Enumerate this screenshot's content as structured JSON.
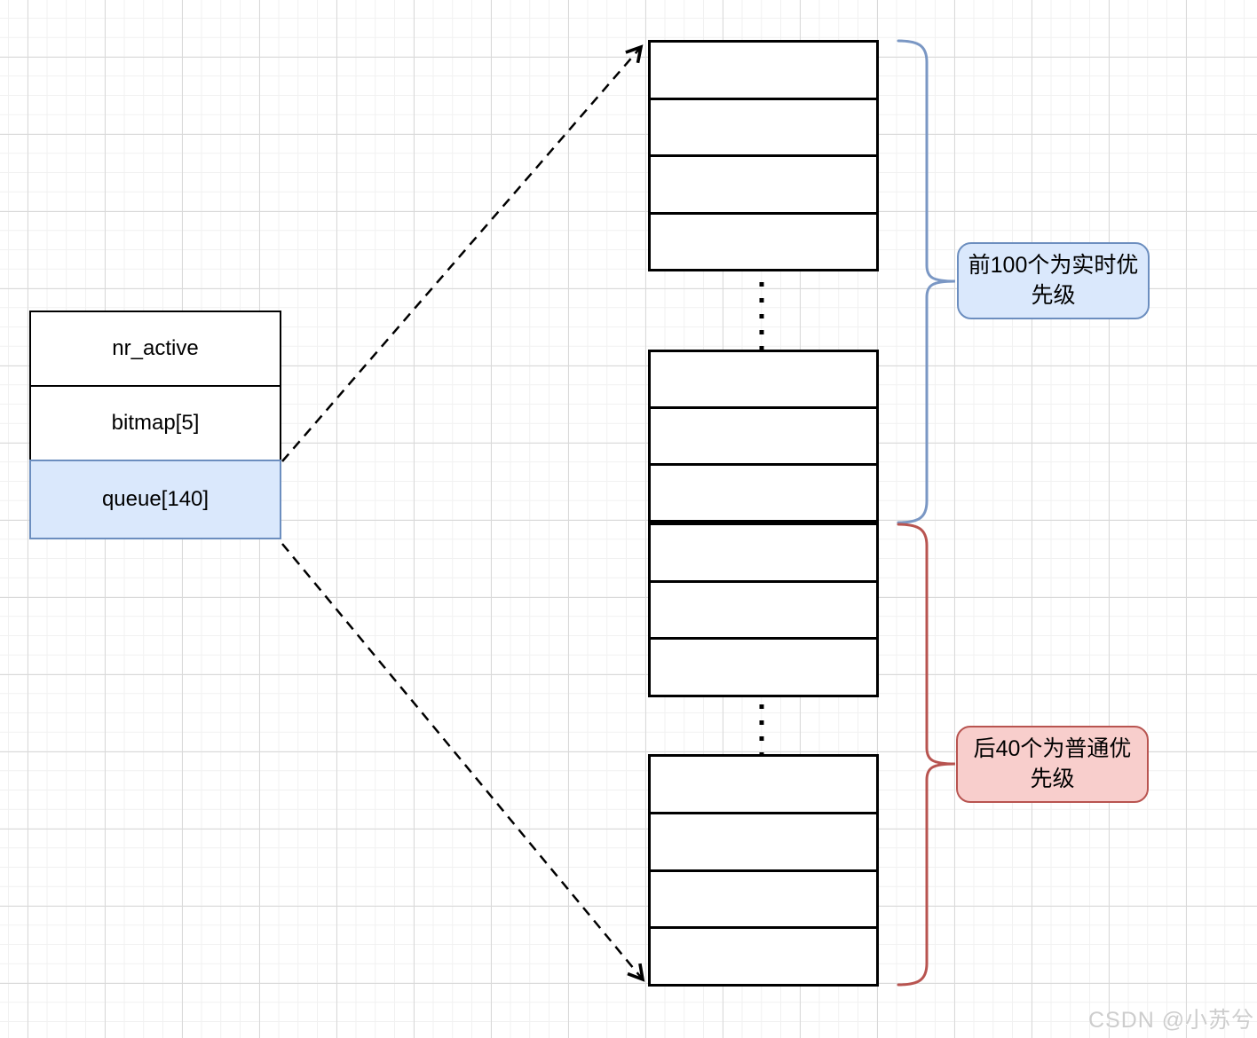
{
  "diagram": {
    "struct_box": {
      "rows": [
        {
          "label": "nr_active",
          "highlighted": false
        },
        {
          "label": "bitmap[5]",
          "highlighted": false
        },
        {
          "label": "queue[140]",
          "highlighted": true
        }
      ]
    },
    "queue_stack": {
      "groups": [
        {
          "cells": 4
        },
        {
          "cells": 3
        },
        {
          "cells": 3
        },
        {
          "cells": 4
        }
      ]
    },
    "annotations": {
      "realtime": {
        "text": "前100个为实时优先级"
      },
      "normal": {
        "text": "后40个为普通优先级"
      }
    }
  },
  "watermark": "CSDN @小苏兮",
  "colors": {
    "highlight_fill": "#dae8fc",
    "highlight_border": "#6c8ebf",
    "realtime_fill": "#dae8fc",
    "realtime_border": "#6c8ebf",
    "normal_fill": "#f8cecc",
    "normal_border": "#b85450",
    "brace_blue": "#7a97c4",
    "brace_red": "#b85450",
    "connector_stroke": "#000000"
  }
}
